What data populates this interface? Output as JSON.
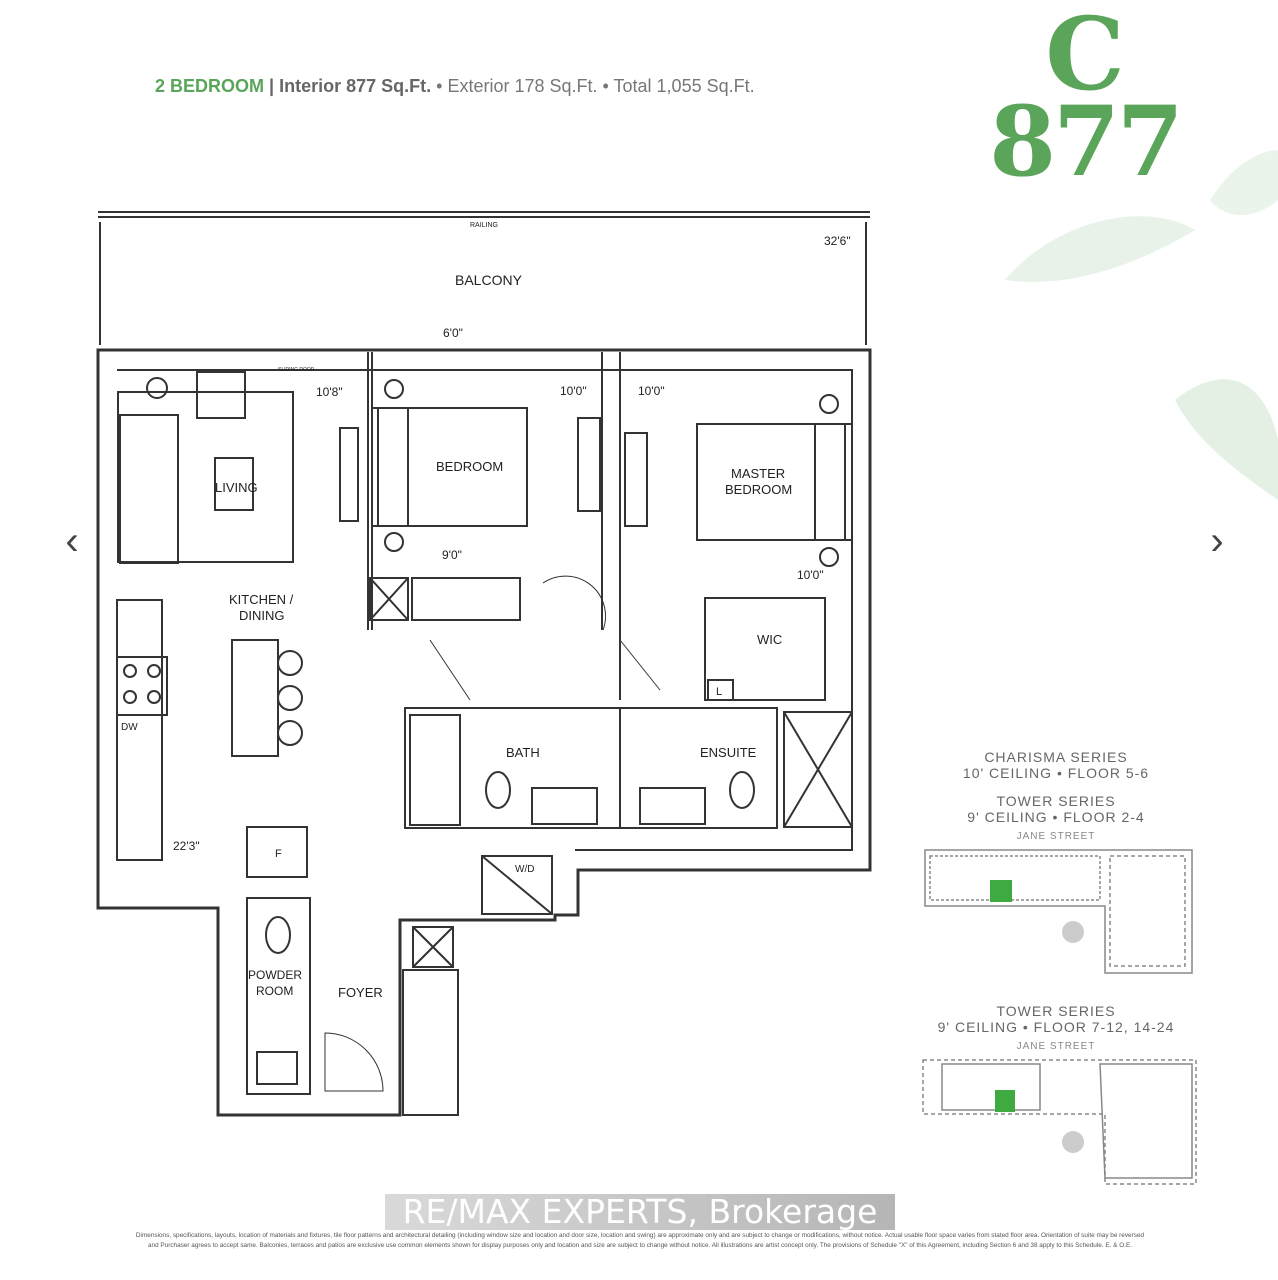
{
  "header": {
    "bedrooms": "2 BEDROOM",
    "sep": "|",
    "interior": "Interior 877 Sq.Ft.",
    "exterior": "•  Exterior 178 Sq.Ft.",
    "total": "•  Total 1,055 Sq.Ft."
  },
  "suite": {
    "letter": "C",
    "size": "877"
  },
  "plan": {
    "railing": "RAILING",
    "balcony": "BALCONY",
    "dim_balcony": "32'6\"",
    "dim_6": "6'0\"",
    "sliding_door": "SLIDING DOOR",
    "dim_living": "10'8\"",
    "dim_bed": "10'0\"",
    "dim_master": "10'0\"",
    "dim_9": "9'0\"",
    "dim_master2": "10'0\"",
    "dim_kitchen": "22'3\"",
    "living": "LIVING",
    "kitchen": "KITCHEN /",
    "dining": "DINING",
    "bedroom": "BEDROOM",
    "master1": "MASTER",
    "master2": "BEDROOM",
    "wic": "WIC",
    "l": "L",
    "bath": "BATH",
    "ensuite": "ENSUITE",
    "dw": "DW",
    "f": "F",
    "wd": "W/D",
    "powder1": "POWDER",
    "powder2": "ROOM",
    "foyer": "FOYER"
  },
  "keyplans": [
    {
      "line1": "CHARISMA SERIES",
      "line2": "10' CEILING • FLOOR 5-6",
      "line3": "TOWER SERIES",
      "line4": "9' CEILING • FLOOR 2-4",
      "street": "JANE STREET"
    },
    {
      "line1": "TOWER SERIES",
      "line2": "9' CEILING • FLOOR 7-12, 14-24",
      "street": "JANE STREET"
    }
  ],
  "nav": {
    "prev": "‹",
    "next": "›"
  },
  "watermark": "RE/MAX EXPERTS, Brokerage",
  "disclaimer": {
    "line1": "Dimensions, specifications, layouts, location of materials and fixtures, tile floor patterns and architectural detailing (including window size and location and door size, location and swing) are approximate only and are subject to change or modifications, without notice. Actual usable floor space varies from stated floor area. Orientation of suite may be reversed",
    "line2": "and Purchaser agrees to accept same. Balconies, terraces and patios are exclusive use common elements shown for display purposes only and location and size are subject to change without notice. All illustrations are artist concept only. The provisions of Schedule \"X\" of this Agreement, including Section 6 and 38 apply to this Schedule. E. & O.E."
  },
  "colors": {
    "accent": "#5aa55a",
    "key_highlight": "#3faa3f"
  }
}
